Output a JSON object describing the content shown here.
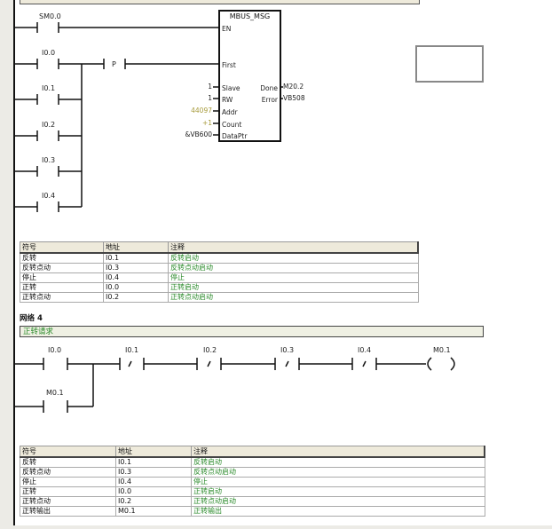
{
  "network3": {
    "contacts": [
      {
        "address": "SM0.0",
        "type": "NO"
      },
      {
        "address": "I0.0",
        "type": "NO"
      },
      {
        "address": "I0.1",
        "type": "NO"
      },
      {
        "address": "I0.2",
        "type": "NO"
      },
      {
        "address": "I0.3",
        "type": "NO"
      },
      {
        "address": "I0.4",
        "type": "NO"
      }
    ],
    "edge_contact": "P",
    "function_block": {
      "name": "MBUS_MSG",
      "inputs": [
        {
          "pin": "EN",
          "value": ""
        },
        {
          "pin": "First",
          "value": ""
        },
        {
          "pin": "Slave",
          "value": "1"
        },
        {
          "pin": "RW",
          "value": "1"
        },
        {
          "pin": "Addr",
          "value": "44097"
        },
        {
          "pin": "Count",
          "value": "+1"
        },
        {
          "pin": "DataPtr",
          "value": "&VB600"
        }
      ],
      "outputs": [
        {
          "pin": "Done",
          "value": "M20.2"
        },
        {
          "pin": "Error",
          "value": "VB508"
        }
      ]
    },
    "symbol_table": {
      "headers": [
        "符号",
        "地址",
        "注释"
      ],
      "rows": [
        {
          "symbol": "反转",
          "address": "I0.1",
          "comment": "反转启动"
        },
        {
          "symbol": "反转点动",
          "address": "I0.3",
          "comment": "反转点动启动"
        },
        {
          "symbol": "停止",
          "address": "I0.4",
          "comment": "停止"
        },
        {
          "symbol": "正转",
          "address": "I0.0",
          "comment": "正转启动"
        },
        {
          "symbol": "正转点动",
          "address": "I0.2",
          "comment": "正转点动启动"
        }
      ]
    }
  },
  "network4": {
    "title": "网络 4",
    "comment": "正转请求",
    "contacts": [
      {
        "address": "I0.0",
        "type": "NO"
      },
      {
        "address": "I0.1",
        "type": "NC"
      },
      {
        "address": "I0.2",
        "type": "NC"
      },
      {
        "address": "I0.3",
        "type": "NC"
      },
      {
        "address": "I0.4",
        "type": "NC"
      },
      {
        "address": "M0.1",
        "type": "NO"
      }
    ],
    "coil": {
      "address": "M0.1"
    },
    "nc_mark": "/",
    "symbol_table": {
      "headers": [
        "符号",
        "地址",
        "注释"
      ],
      "rows": [
        {
          "symbol": "反转",
          "address": "I0.1",
          "comment": "反转启动"
        },
        {
          "symbol": "反转点动",
          "address": "I0.3",
          "comment": "反转点动启动"
        },
        {
          "symbol": "停止",
          "address": "I0.4",
          "comment": "停止"
        },
        {
          "symbol": "正转",
          "address": "I0.0",
          "comment": "正转启动"
        },
        {
          "symbol": "正转点动",
          "address": "I0.2",
          "comment": "正转点动启动"
        },
        {
          "symbol": "正转输出",
          "address": "M0.1",
          "comment": "正转输出"
        }
      ]
    }
  }
}
